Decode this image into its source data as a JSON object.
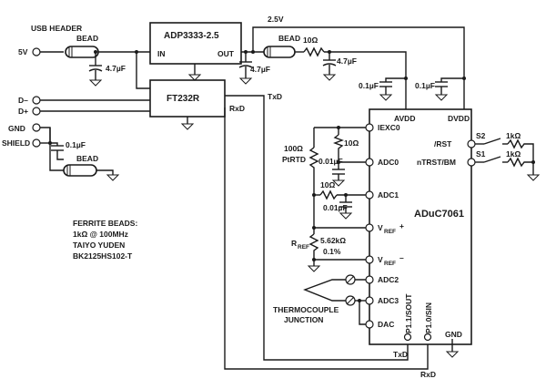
{
  "header": {
    "usb_header": "USB HEADER"
  },
  "inputs": {
    "v5": "5V",
    "dminus": "D–",
    "dplus": "D+",
    "gnd": "GND",
    "shield": "SHIELD"
  },
  "bead": "BEAD",
  "regulator": {
    "name": "ADP3333-2.5",
    "in": "IN",
    "out": "OUT",
    "rail": "2.5V"
  },
  "ftdi": {
    "name": "FT232R",
    "txd": "TxD",
    "rxd": "RxD"
  },
  "passives": {
    "c_in": "4.7µF",
    "c_out": "4.7µF",
    "c_filt": "4.7µF",
    "r_filt": "10Ω",
    "c_shield": "0.1µF",
    "c_avdd": "0.1µF",
    "c_dvdd": "0.1µF",
    "rtd_line1": "100Ω",
    "rtd_line2": "PtRTD",
    "r_iexc": "10Ω",
    "c_adc0": "0.01µF",
    "r_adc1": "10Ω",
    "c_adc1": "0.01µF",
    "rref_main": "R",
    "rref_sub": "REF",
    "rref_val": "5.62kΩ",
    "rref_tol": "0.1%",
    "r_s2": "1kΩ",
    "r_s1": "1kΩ"
  },
  "mcu": {
    "name": "ADuC7061",
    "avdd": "AVDD",
    "dvdd": "DVDD",
    "iexc0": "IEXC0",
    "adc0": "ADC0",
    "adc1": "ADC1",
    "vref_main": "V",
    "vref_sub": "REF",
    "vrefp_sign": "+",
    "vrefn_sign": "–",
    "adc2": "ADC2",
    "adc3": "ADC3",
    "dac": "DAC",
    "rst": "/RST",
    "ntrst": "nTRST/BM",
    "p11": "P1.1/SOUT",
    "p10": "P1.0/SIN",
    "gnd": "GND"
  },
  "switches": {
    "s2": "S2",
    "s1": "S1"
  },
  "thermocouple": {
    "line1": "THERMOCOUPLE",
    "line2": "JUNCTION"
  },
  "notes": {
    "line1": "FERRITE BEADS:",
    "line2": "1kΩ @ 100MHz",
    "line3": "TAIYO YUDEN",
    "line4": "BK2125HS102-T"
  }
}
